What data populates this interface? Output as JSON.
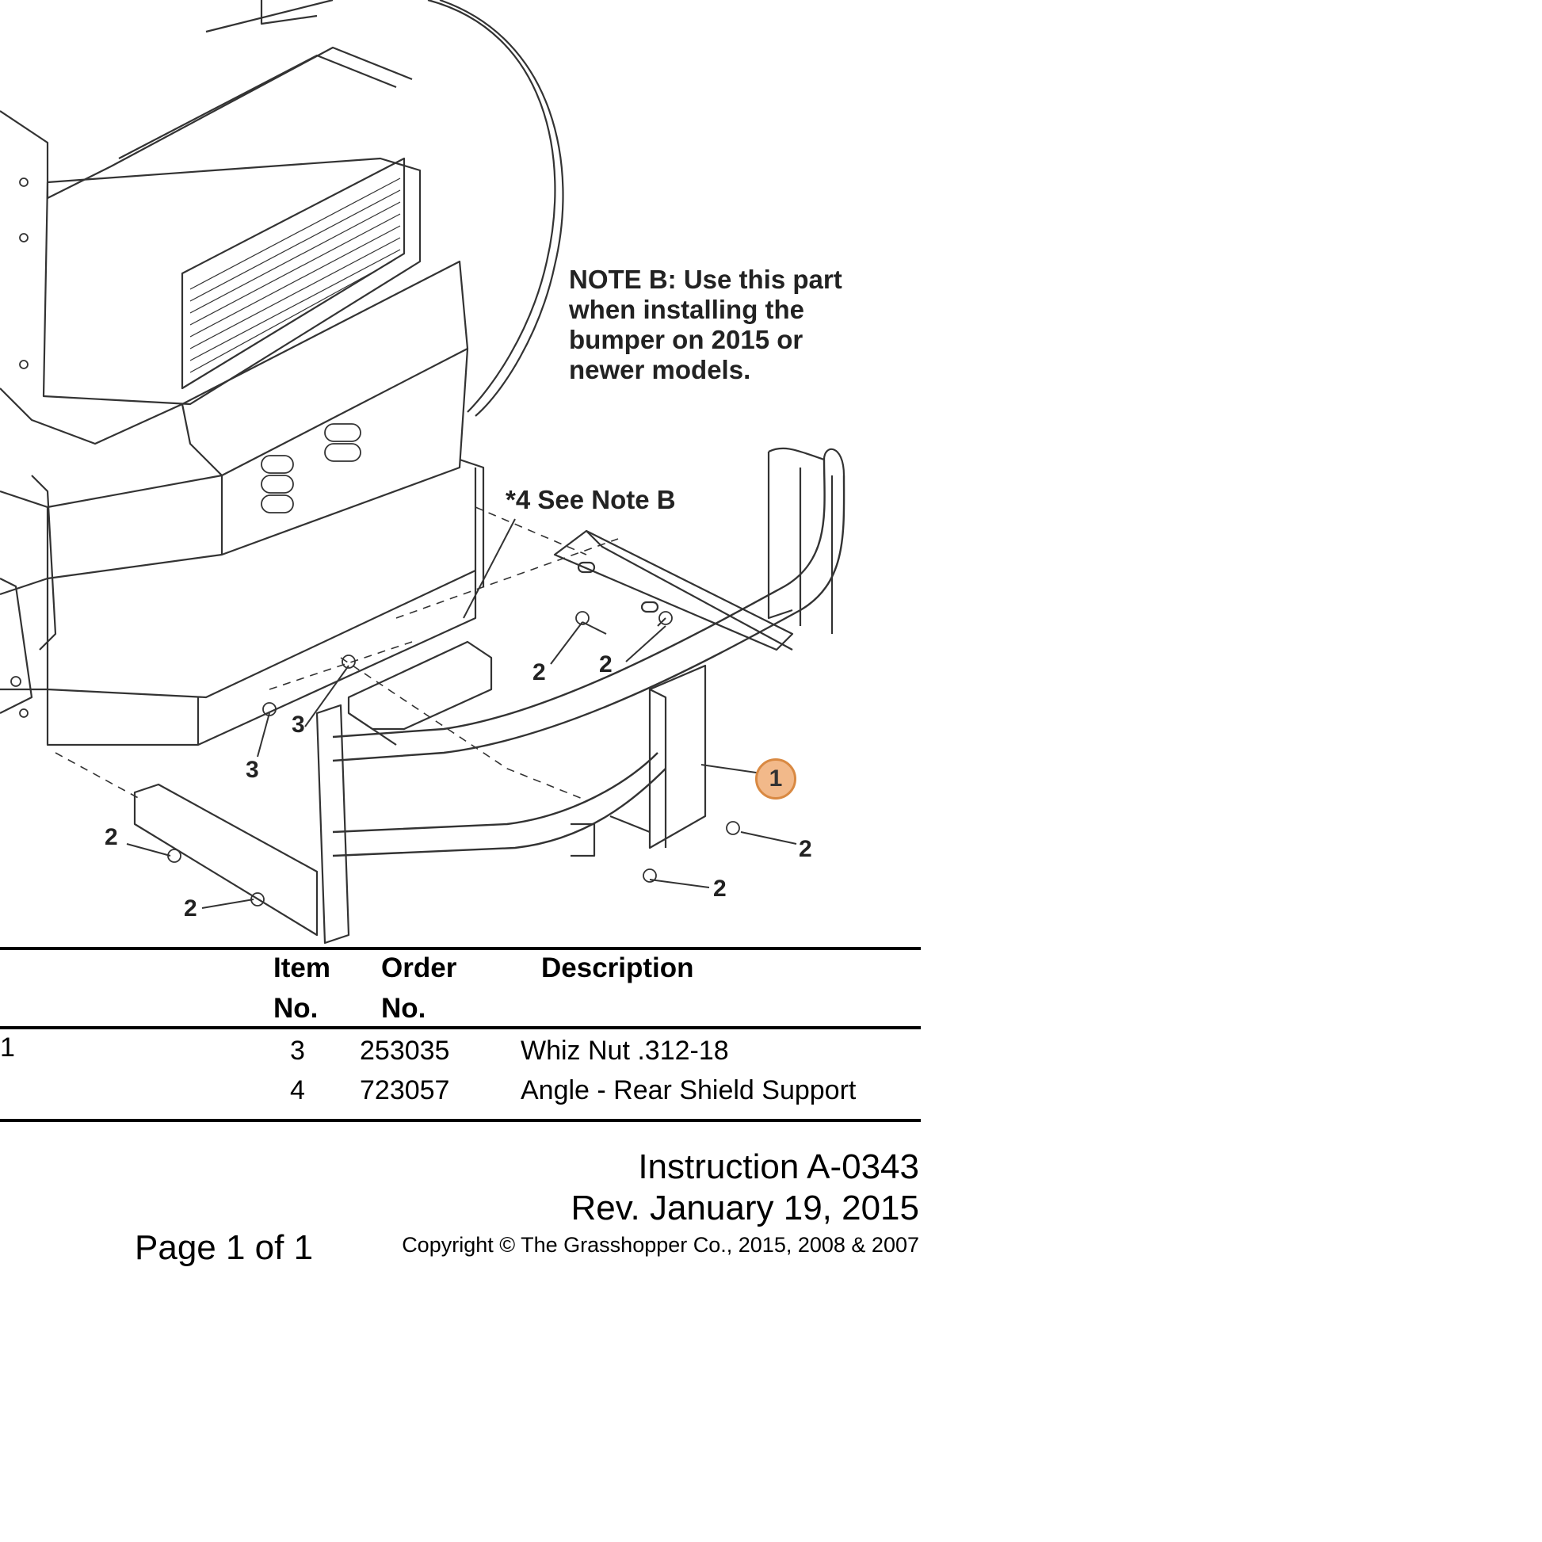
{
  "note": {
    "text": "NOTE B: Use this part\nwhen installing the\nbumper on 2015 or\nnewer models."
  },
  "callout_4": "*4 See Note B",
  "marker_1": "1",
  "callout_numbers": [
    "2",
    "2",
    "3",
    "3",
    "2",
    "2",
    "2",
    "2"
  ],
  "table": {
    "headers": {
      "item_1": "Item",
      "item_2": "No.",
      "order_1": "Order",
      "order_2": "No.",
      "description": "Description"
    },
    "left_cut_text": "1",
    "rows": [
      {
        "item": "3",
        "order": "253035",
        "description": "Whiz Nut .312-18"
      },
      {
        "item": "4",
        "order": "723057",
        "description": "Angle - Rear Shield Support"
      }
    ]
  },
  "footer": {
    "instruction": "Instruction A-0343",
    "revision": "Rev. January 19, 2015",
    "page": "Page 1 of 1",
    "copyright": "Copyright © The Grasshopper Co., 2015, 2008 & 2007"
  },
  "colors": {
    "marker_fill": "#f2b98a",
    "marker_border": "#d98942",
    "line": "#333333"
  }
}
